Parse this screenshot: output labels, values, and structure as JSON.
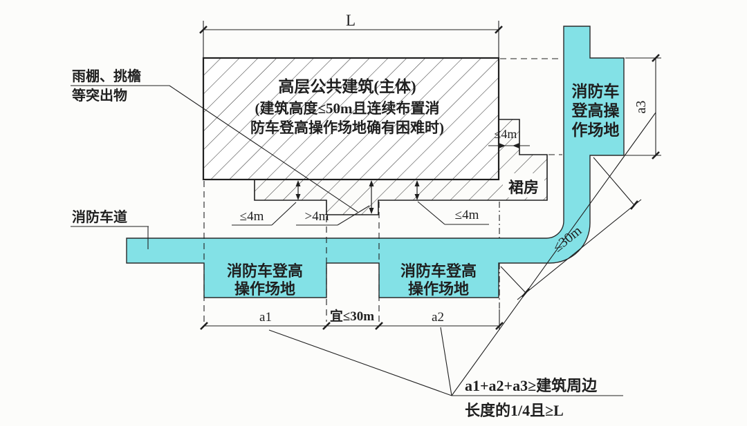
{
  "figure": {
    "building": {
      "title": "高层公共建筑(主体)",
      "note_line1": "(建筑高度≤50m且连续布置消",
      "note_line2": "防车登高操作场地确有困难时)"
    },
    "podium_label": "裙房",
    "protrusion_label": {
      "line1": "雨棚、挑檐",
      "line2": "等突出物"
    },
    "fire_lane_label": "消防车道",
    "areas": {
      "bottom_left": {
        "line1": "消防车登高",
        "line2": "操作场地"
      },
      "bottom_right": {
        "line1": "消防车登高",
        "line2": "操作场地"
      },
      "right": {
        "line1": "消防车",
        "line2": "登高操",
        "line3": "作场地"
      }
    },
    "dims": {
      "L": "L",
      "a1": "a1",
      "a2": "a2",
      "a3": "a3",
      "gap": "宜≤30m",
      "corner": "≤30m",
      "setback_left": "≤4m",
      "setback_mid": ">4m",
      "setback_right": "≤4m",
      "step": "≤4m"
    },
    "formula": {
      "line1": "a1+a2+a3≥建筑周边",
      "line2": "长度的1/4且≥L"
    },
    "colors": {
      "area_fill": "#83e1e6",
      "line": "#1f1f1f",
      "area_text": "#0d3a47"
    }
  }
}
